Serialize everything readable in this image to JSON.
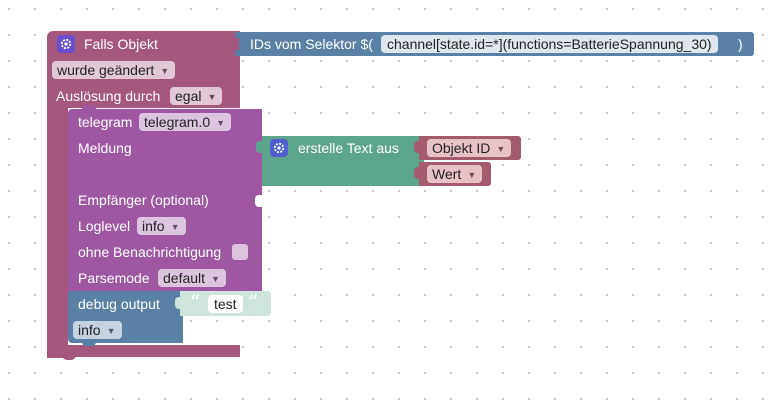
{
  "event_block": {
    "title": "Falls Objekt",
    "trigger_dropdown": "wurde geändert",
    "ausloesung_label": "Auslösung durch",
    "ausloesung_dropdown": "egal",
    "icon": "gear-icon"
  },
  "selector_block": {
    "label": "IDs vom Selektor $(",
    "selector_value": "channel[state.id=*](functions=BatterieSpannung_30)",
    "close_label": ")"
  },
  "telegram_block": {
    "name": "telegram",
    "instance_dropdown": "telegram.0",
    "meldung_label": "Meldung",
    "empfaenger_label": "Empfänger (optional)",
    "loglevel_label": "Loglevel",
    "loglevel_dropdown": "info",
    "ohne_label": "ohne Benachrichtigung",
    "parsemode_label": "Parsemode",
    "parsemode_dropdown": "default"
  },
  "text_join_block": {
    "label": "erstelle Text aus",
    "icon": "gear-icon",
    "items": [
      "Objekt ID",
      "Wert"
    ]
  },
  "debug_block": {
    "label": "debug output",
    "level_dropdown": "info",
    "string_value": "test",
    "open_quote": "“",
    "close_quote": "”"
  },
  "colors": {
    "event": "#a5577d",
    "telegram": "#9f57a3",
    "selector": "#5b80a5",
    "text_join": "#5ba58c",
    "debug": "#5b80a5"
  }
}
